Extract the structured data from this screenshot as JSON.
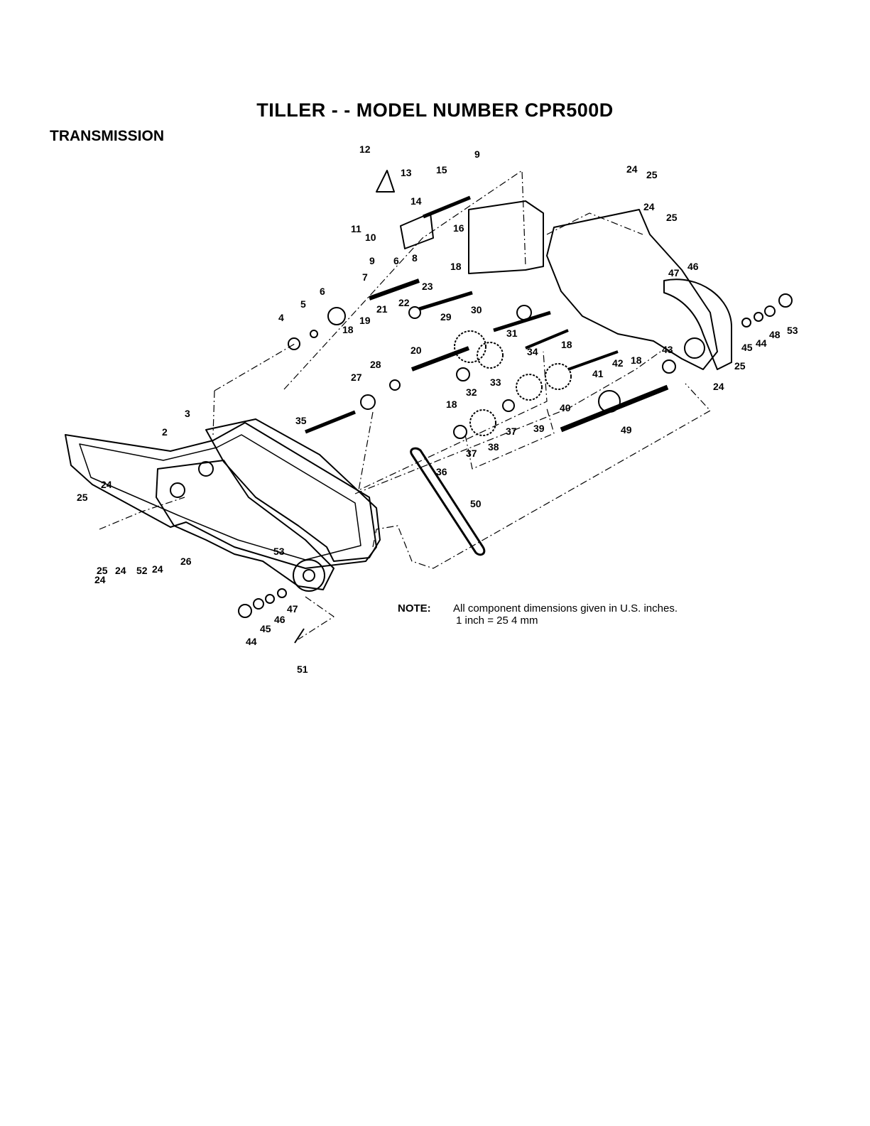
{
  "title": "TILLER - - MODEL NUMBER CPR500D",
  "section": "TRANSMISSION",
  "note": {
    "label": "NOTE:",
    "line1": "All component dimensions given in U.S. inches.",
    "line2": "1 inch = 25 4 mm"
  },
  "callouts": [
    "12",
    "13",
    "15",
    "9",
    "14",
    "11",
    "10",
    "16",
    "9",
    "6",
    "8",
    "7",
    "18",
    "23",
    "5",
    "6",
    "4",
    "22",
    "21",
    "19",
    "18",
    "20",
    "29",
    "30",
    "31",
    "18",
    "34",
    "28",
    "27",
    "33",
    "32",
    "18",
    "35",
    "3",
    "2",
    "41",
    "42",
    "18",
    "43",
    "39",
    "37",
    "38",
    "37",
    "36",
    "40",
    "49",
    "50",
    "53",
    "24",
    "25",
    "24",
    "25",
    "24",
    "25",
    "47",
    "46",
    "45",
    "44",
    "48",
    "53",
    "25",
    "24",
    "24",
    "25",
    "24",
    "52",
    "26",
    "24",
    "47",
    "46",
    "45",
    "44",
    "51"
  ]
}
